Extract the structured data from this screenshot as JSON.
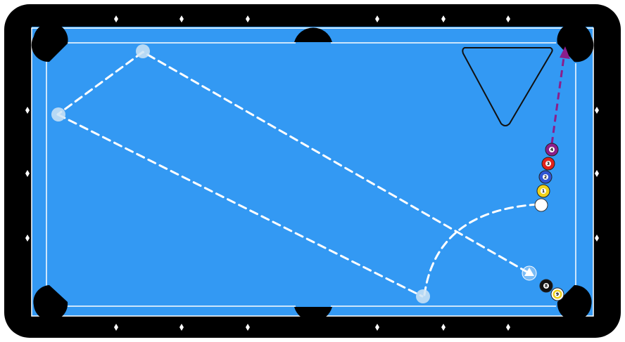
{
  "table": {
    "rail_color": "#000000",
    "cloth_color": "#3399f3",
    "line_color": "#ffffff",
    "pocket_color": "#000000"
  },
  "balls": [
    {
      "id": "ball-4",
      "label": "4",
      "color": "#8b1e8b",
      "striped": false
    },
    {
      "id": "ball-3",
      "label": "3",
      "color": "#e0221c",
      "striped": false
    },
    {
      "id": "ball-2",
      "label": "2",
      "color": "#2f55d4",
      "striped": false
    },
    {
      "id": "ball-1",
      "label": "1",
      "color": "#f0d21b",
      "striped": false
    },
    {
      "id": "ball-8",
      "label": "8",
      "color": "#111111",
      "striped": false
    },
    {
      "id": "ball-9",
      "label": "9",
      "color": "#f0d21b",
      "striped": true
    }
  ],
  "cue_ball": {
    "color": "#ffffff"
  },
  "shot_arrow": {
    "color": "#8b1e8b"
  },
  "path_color": "#ffffff",
  "ghost_color": "#cfe4f5"
}
